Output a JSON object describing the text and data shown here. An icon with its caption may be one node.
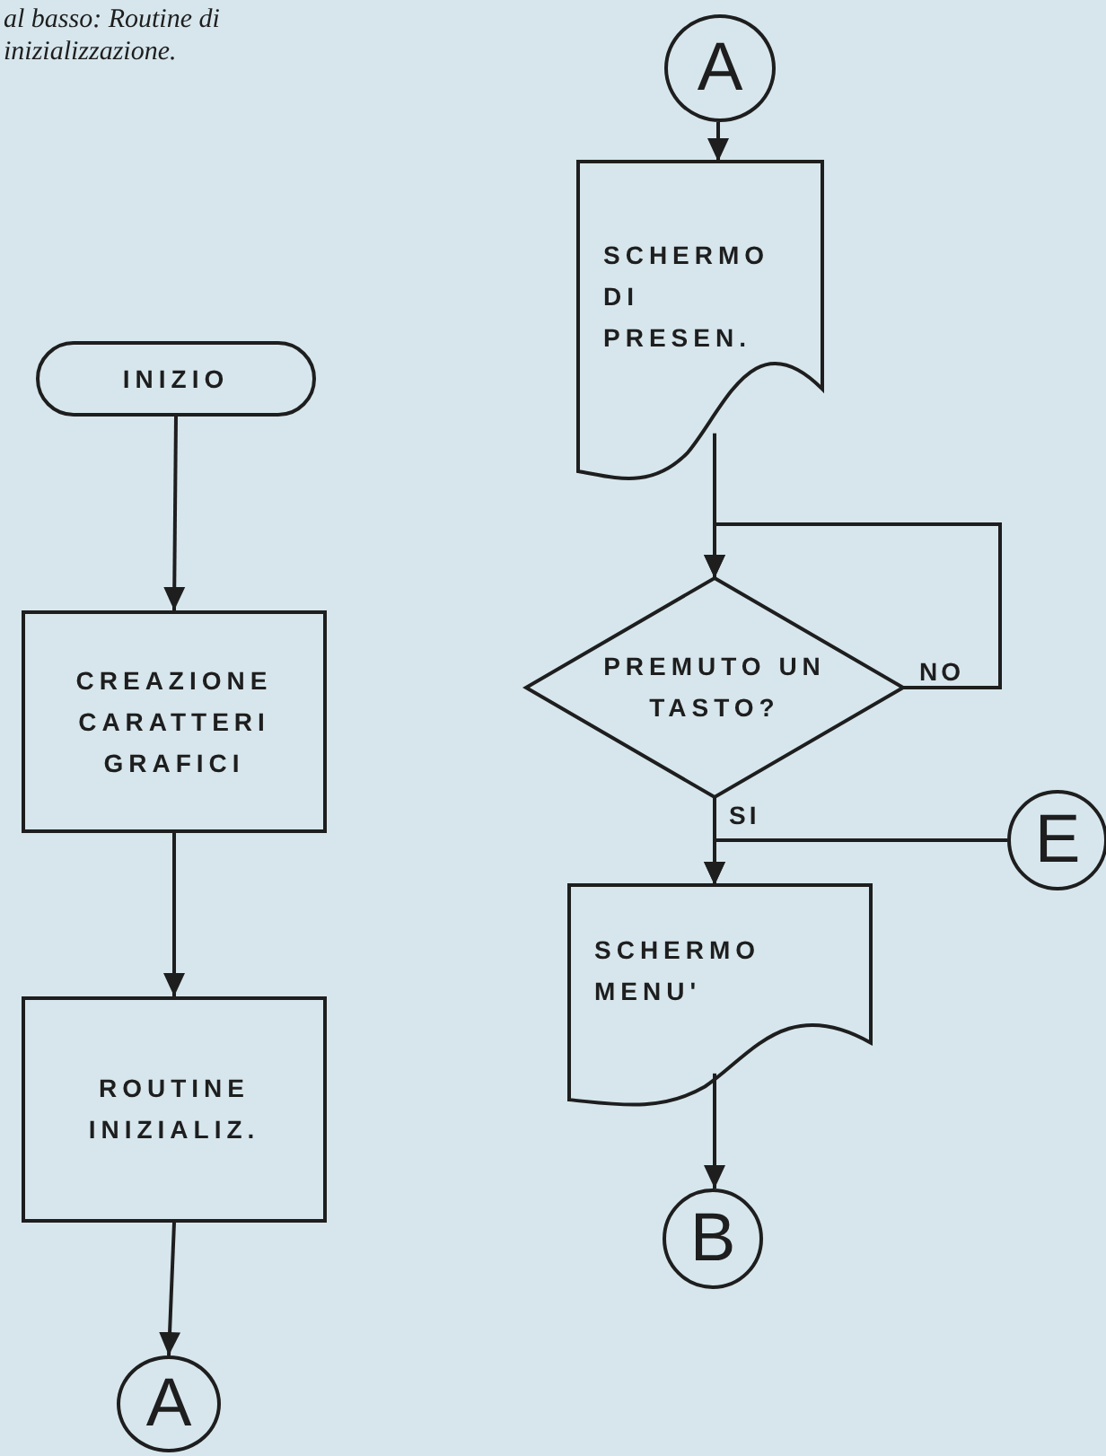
{
  "diagram": {
    "caption": "al basso: Routine di inizializzazione.",
    "nodes": [
      {
        "text": [
          "INIZIO"
        ]
      },
      {
        "text": [
          "CREAZIONE CARATTERI GRAFICI"
        ]
      },
      {
        "text": [
          "ROUTINE INIZIALIZ."
        ]
      },
      {
        "text": [
          "A"
        ]
      },
      {
        "text": [
          "A"
        ]
      },
      {
        "text": [
          "SCHERMO DI PRESEN."
        ]
      },
      {
        "text": [
          "PREMUTO UN TASTO?"
        ]
      },
      {
        "text": [
          "SCHERMO MENU'"
        ]
      },
      {
        "text": [
          "E"
        ]
      },
      {
        "text": [
          "B"
        ]
      }
    ],
    "edges": [
      {
        "from": 0,
        "to": 1,
        "arrow": "to"
      },
      {
        "from": 1,
        "to": 2,
        "arrow": "to"
      },
      {
        "from": 2,
        "to": 3,
        "arrow": "to"
      },
      {
        "from": 4,
        "to": 5,
        "arrow": "to"
      },
      {
        "from": 5,
        "to": 6,
        "arrow": "to"
      },
      {
        "from": 6,
        "to": 6,
        "arrow": "to",
        "label": "NO"
      },
      {
        "from": 6,
        "to": 7,
        "arrow": "to",
        "label": "SI"
      },
      {
        "from": 8,
        "to": 7,
        "arrow": "to"
      },
      {
        "from": 7,
        "to": 9,
        "arrow": "to"
      }
    ]
  }
}
